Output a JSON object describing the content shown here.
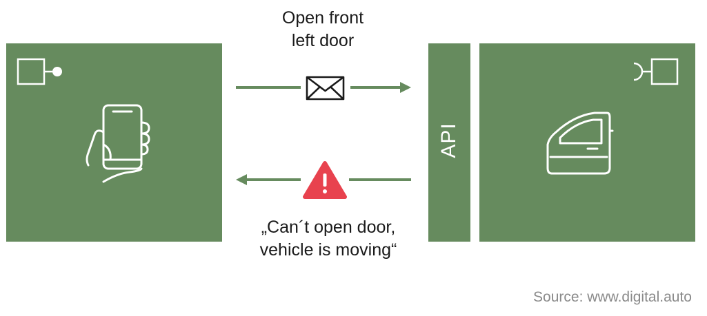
{
  "request_message": {
    "line1": "Open front",
    "line2": "left door"
  },
  "response_message": {
    "line1": "„Can´t open door,",
    "line2": "vehicle is moving“"
  },
  "api_label": "API",
  "source_text": "Source: www.digital.auto",
  "icons": {
    "left_box_corner": "provided-interface-icon",
    "right_box_corner": "required-interface-icon",
    "phone": "hand-holding-phone-icon",
    "car_door": "car-door-icon",
    "envelope": "envelope-icon",
    "warning": "warning-icon"
  },
  "colors": {
    "box_green": "#668b5e",
    "arrow_green": "#668b5e",
    "warning_red": "#e8424e",
    "text_dark": "#1a1a1a",
    "source_gray": "#8a8a8a"
  }
}
